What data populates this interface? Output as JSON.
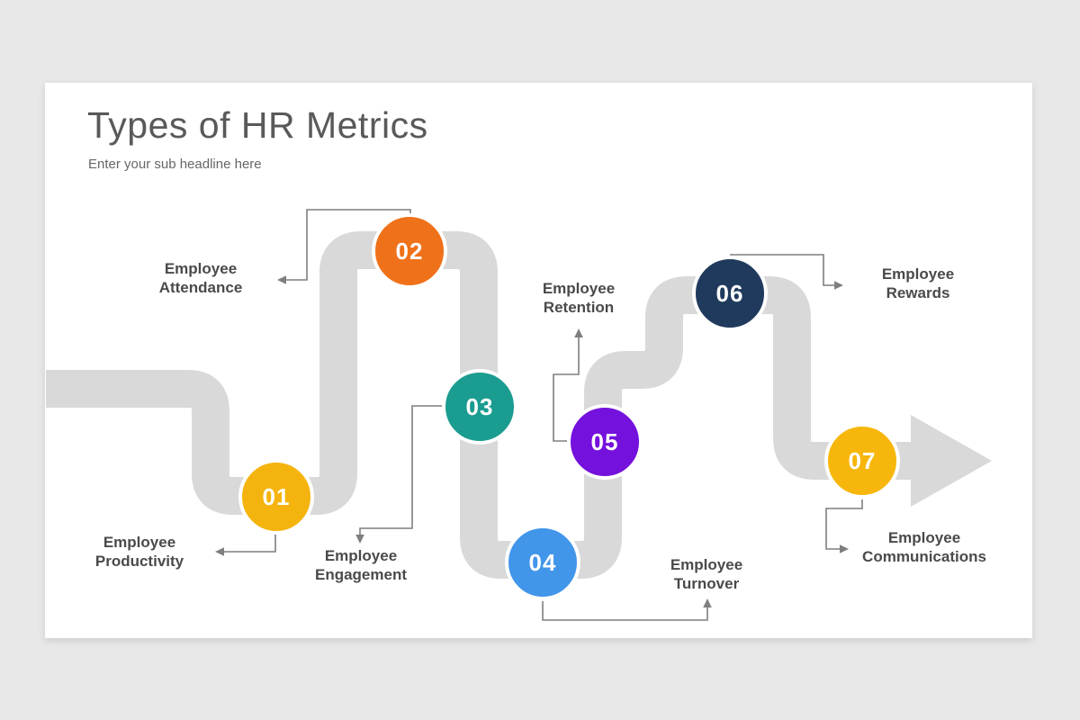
{
  "header": {
    "title": "Types of HR Metrics",
    "subtitle": "Enter your sub headline here"
  },
  "road": {
    "color": "#d9d9d9"
  },
  "connector": {
    "color": "#7f7f7f"
  },
  "colors": {
    "page_background": "#e9e8e9",
    "card_background": "#ffffff",
    "title_text": "#595959",
    "label_text": "#4a4a4a"
  },
  "steps": [
    {
      "number": "01",
      "label_line1": "Employee",
      "label_line2": "Productivity",
      "color": "#f5b40d"
    },
    {
      "number": "02",
      "label_line1": "Employee",
      "label_line2": "Attendance",
      "color": "#ef7119"
    },
    {
      "number": "03",
      "label_line1": "Employee",
      "label_line2": "Engagement",
      "color": "#1b9c90"
    },
    {
      "number": "04",
      "label_line1": "Employee",
      "label_line2": "Turnover",
      "color": "#4196ea"
    },
    {
      "number": "05",
      "label_line1": "Employee",
      "label_line2": "Retention",
      "color": "#7511dd"
    },
    {
      "number": "06",
      "label_line1": "Employee",
      "label_line2": "Rewards",
      "color": "#1f3a5c"
    },
    {
      "number": "07",
      "label_line1": "Employee",
      "label_line2": "Communications",
      "color": "#f7b60b"
    }
  ]
}
